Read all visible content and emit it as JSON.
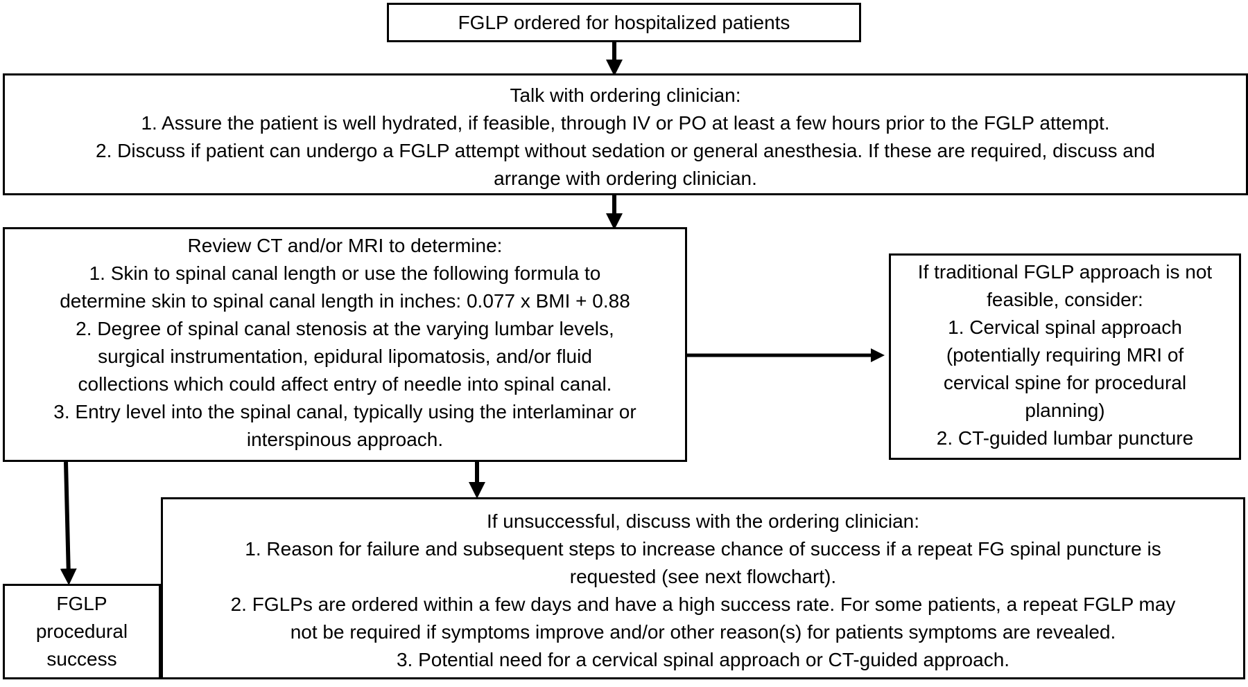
{
  "flowchart": {
    "start": {
      "text": "FGLP ordered for hospitalized patients"
    },
    "talk": {
      "heading": "Talk with ordering clinician:",
      "line1": "1. Assure the patient is well hydrated, if feasible, through IV or PO at least a few hours prior to the FGLP attempt.",
      "line2a": "2. Discuss if patient can undergo a FGLP attempt without sedation or general anesthesia. If these are required, discuss and",
      "line2b": "arrange with ordering clinician."
    },
    "review": {
      "heading": "Review CT and/or MRI to determine:",
      "l1": "1.   Skin to spinal canal length or use the following formula to",
      "l2": "determine skin to spinal canal length in inches: 0.077 x BMI + 0.88",
      "l3": "2.   Degree of spinal canal stenosis at the varying lumbar levels,",
      "l4": "surgical instrumentation, epidural lipomatosis, and/or fluid",
      "l5": "collections which could affect entry of needle into spinal canal.",
      "l6": "3.   Entry level into the spinal canal, typically using the interlaminar or",
      "l7": "interspinous approach."
    },
    "alternative": {
      "l1": "If traditional FGLP approach is not",
      "l2": "feasible, consider:",
      "l3": "1.   Cervical spinal approach",
      "l4": "(potentially requiring MRI of",
      "l5": "cervical spine for procedural",
      "l6": "planning)",
      "l7": "2.   CT-guided lumbar puncture"
    },
    "unsuccessful": {
      "heading": "If unsuccessful, discuss with the ordering clinician:",
      "l1": "1.   Reason for failure and subsequent steps to increase chance of success if a repeat FG spinal puncture is",
      "l2": "requested (see next flowchart).",
      "l3": "2.   FGLPs are ordered within a few days and have a high success rate. For some patients, a repeat FGLP may",
      "l4": "not be required if symptoms improve and/or other reason(s) for patients symptoms are revealed.",
      "l5": "3.   Potential need for a cervical spinal approach or CT-guided approach."
    },
    "success": {
      "l1": "FGLP",
      "l2": "procedural",
      "l3": "success"
    }
  }
}
